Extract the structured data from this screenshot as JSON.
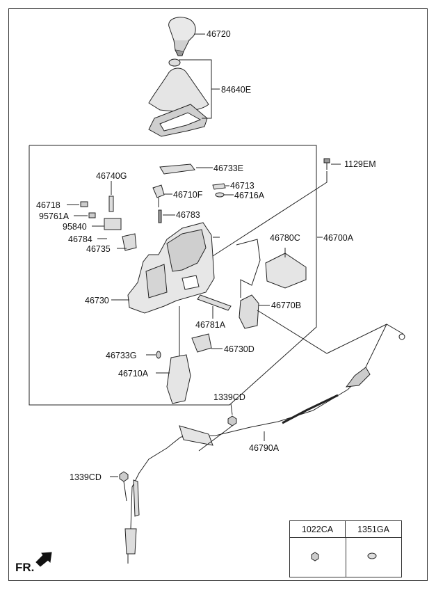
{
  "parts": {
    "p46720": "46720",
    "p84640E": "84640E",
    "p46733E": "46733E",
    "p1129EM": "1129EM",
    "p46740G": "46740G",
    "p46713": "46713",
    "p46710F": "46710F",
    "p46716A": "46716A",
    "p46718": "46718",
    "p95761A": "95761A",
    "p46783": "46783",
    "p95840": "95840",
    "p46784": "46784",
    "p46780C": "46780C",
    "p46700A": "46700A",
    "p46735": "46735",
    "p46730": "46730",
    "p46770B": "46770B",
    "p46781A": "46781A",
    "p46733G": "46733G",
    "p46730D": "46730D",
    "p46710A": "46710A",
    "p1339CD_top": "1339CD",
    "p46790A": "46790A",
    "p1339CD_left": "1339CD"
  },
  "legend_table": {
    "col1": "1022CA",
    "col2": "1351GA"
  },
  "direction_label": "FR."
}
